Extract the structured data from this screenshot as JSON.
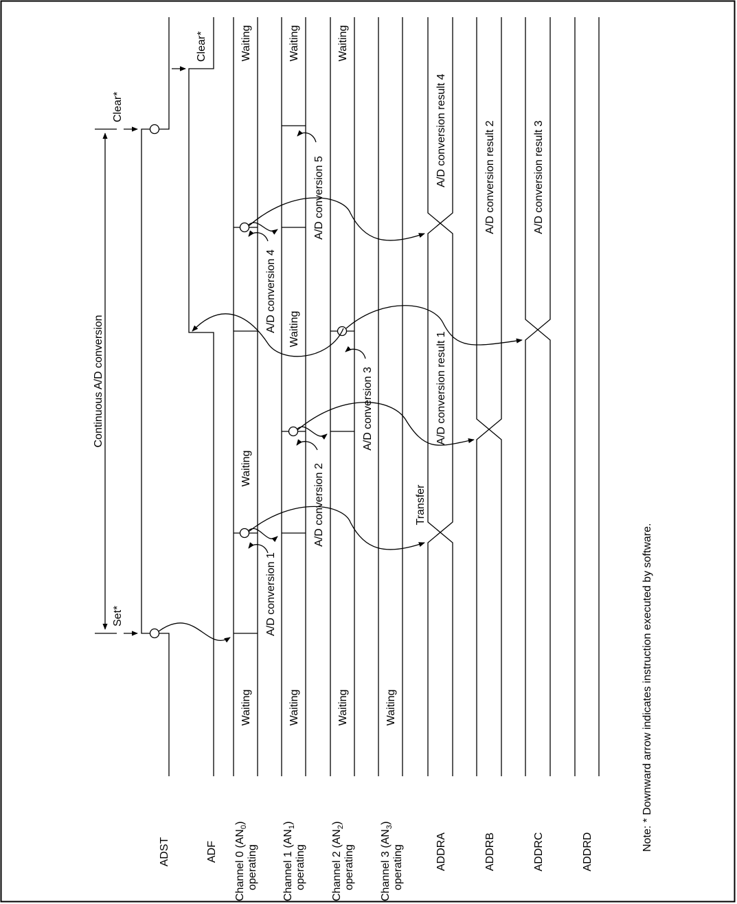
{
  "signals": {
    "adst": "ADST",
    "adf": "ADF",
    "ch0_line1": "Channel 0 (AN",
    "ch0_sub": "0",
    "ch0_line2": "operating",
    "ch1_line1": "Channel 1 (AN",
    "ch1_sub": "1",
    "ch1_line2": "operating",
    "ch2_line1": "Channel 2 (AN",
    "ch2_sub": "2",
    "ch2_line2": "operating",
    "ch3_line1": "Channel 3 (AN",
    "ch3_sub": "3",
    "ch3_line2": "operating",
    "addra": "ADDRA",
    "addrb": "ADDRB",
    "addrc": "ADDRC",
    "addrd": "ADDRD"
  },
  "labels": {
    "continuous": "Continuous A/D conversion",
    "set": "Set*",
    "clear": "Clear*",
    "waiting": "Waiting",
    "conv1": "A/D conversion 1",
    "conv2": "A/D conversion 2",
    "conv3": "A/D conversion 3",
    "conv4": "A/D conversion 4",
    "conv5": "A/D conversion 5",
    "transfer": "Transfer",
    "result1": "A/D conversion result 1",
    "result2": "A/D conversion result 2",
    "result3": "A/D conversion result 3",
    "result4": "A/D conversion result 4"
  },
  "note": "Note:  * Downward arrow indicates instruction executed by software."
}
